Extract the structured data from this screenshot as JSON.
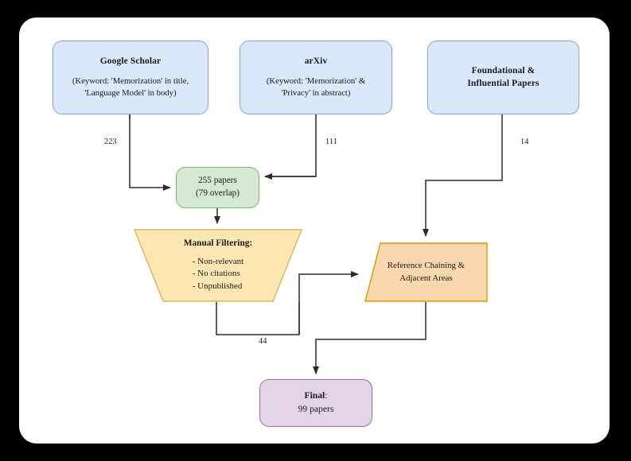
{
  "diagram": {
    "title": "Paper selection flowchart",
    "background_color": "#000000",
    "card_color": "#ffffff"
  },
  "nodes": {
    "google_scholar": {
      "title": "Google Scholar",
      "sub_line1": "(Keyword: 'Memorization' in title,",
      "sub_line2": "'Language Model' in body)",
      "fill": "#dae8fc",
      "stroke": "#7ea6d8",
      "shape": "rounded-rectangle"
    },
    "arxiv": {
      "title": "arXiv",
      "sub_line1": "(Keyword: 'Memorization' &",
      "sub_line2": "'Privacy' in abstract)",
      "fill": "#dae8fc",
      "stroke": "#7ea6d8",
      "shape": "rounded-rectangle"
    },
    "foundational": {
      "line1": "Foundational &",
      "line2": "Influential Papers",
      "fill": "#dae8fc",
      "stroke": "#7ea6d8",
      "shape": "rounded-rectangle"
    },
    "papers": {
      "line1": "255 papers",
      "line2": "(79 overlap)",
      "fill": "#d5e8d4",
      "stroke": "#82b366",
      "shape": "rounded-rectangle"
    },
    "manual_filtering": {
      "title": "Manual Filtering:",
      "bullet1": "- Non-relevant",
      "bullet2": "- No citations",
      "bullet3": "- Unpublished",
      "fill": "#ffe6b3",
      "stroke": "#d6b656",
      "shape": "trapezoid"
    },
    "reference_chaining": {
      "line1": "Reference Chaining &",
      "line2": "Adjacent Areas",
      "fill": "#fad7ac",
      "stroke": "#d79b00",
      "shape": "trapezoid"
    },
    "final": {
      "label_bold": "Final",
      "label_colon": ":",
      "line2": "99 papers",
      "fill": "#e1d5e7",
      "stroke": "#9673a6",
      "shape": "rounded-rectangle"
    }
  },
  "edge_labels": {
    "google_to_papers": "223",
    "arxiv_to_papers": "111",
    "foundational_to_reference": "14",
    "filtering_to_final": "44"
  },
  "edges": [
    {
      "from": "google_scholar",
      "to": "papers",
      "label": "223"
    },
    {
      "from": "arxiv",
      "to": "papers",
      "label": "111"
    },
    {
      "from": "foundational",
      "to": "reference_chaining",
      "label": "14"
    },
    {
      "from": "papers",
      "to": "manual_filtering",
      "label": ""
    },
    {
      "from": "manual_filtering",
      "to": "reference_chaining",
      "label": ""
    },
    {
      "from": "manual_filtering",
      "to": "final",
      "label": "44"
    },
    {
      "from": "reference_chaining",
      "to": "final",
      "label": ""
    }
  ],
  "colors": {
    "edge_stroke": "#2b2b2b"
  }
}
